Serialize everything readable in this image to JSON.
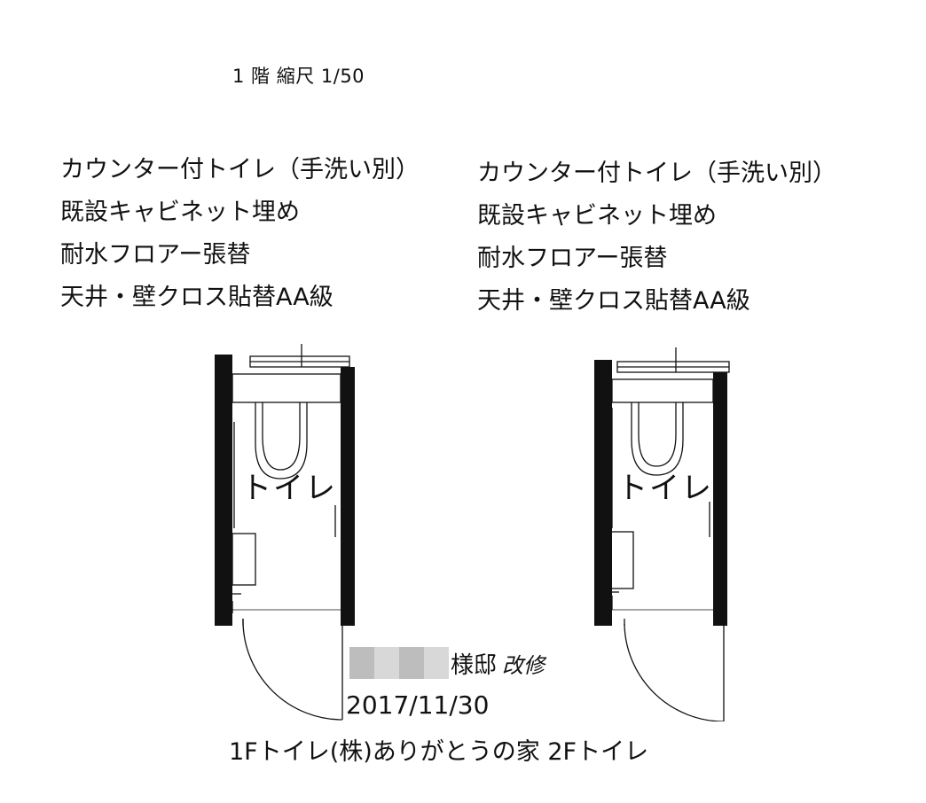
{
  "header": {
    "scale_title": "1 階 縮尺 1/50"
  },
  "specs": {
    "left": [
      "カウンター付トイレ（手洗い別）",
      "既設キャビネット埋め",
      "耐水フロアー張替",
      "天井・壁クロス貼替AA級"
    ],
    "right": [
      "カウンター付トイレ（手洗い別）",
      "既設キャビネット埋め",
      "耐水フロアー張替",
      "天井・壁クロス貼替AA級"
    ]
  },
  "plans": {
    "first_floor": {
      "room_label": "トイレ"
    },
    "second_floor": {
      "room_label": "トイレ"
    }
  },
  "footer": {
    "owner_suffix": "様邸",
    "handwritten_note": "改修",
    "date": "2017/11/30",
    "caption": "1Fトイレ(株)ありがとうの家 2Fトイレ"
  },
  "colors": {
    "ink": "#111111",
    "redaction": "#c8c8c8"
  }
}
